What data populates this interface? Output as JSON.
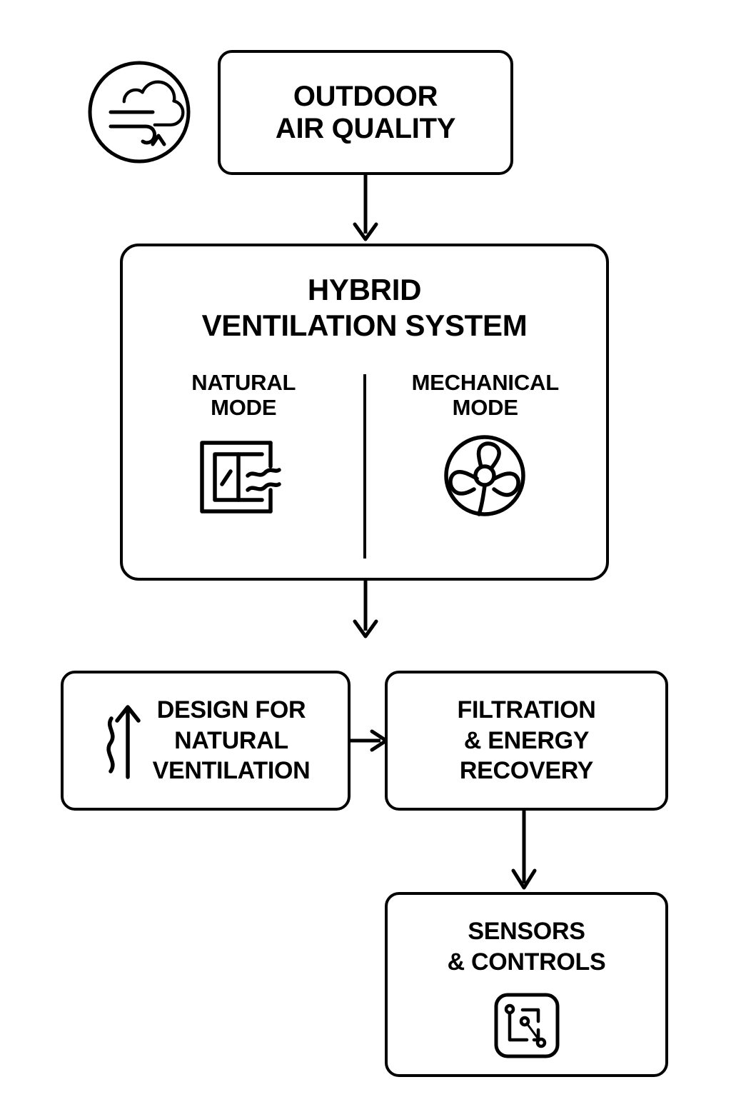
{
  "diagram": {
    "title": "Hybrid Ventilation System Flow",
    "background_color": "#ffffff",
    "line_color": "#000000"
  },
  "nodes": {
    "outdoor": {
      "id": "outdoor-air-quality",
      "label": "OUTDOOR\nAIR QUALITY",
      "icon": "wind-cloud-icon"
    },
    "hybrid": {
      "id": "hybrid-ventilation-system",
      "label": "HYBRID\nVENTILATION SYSTEM",
      "modes": [
        {
          "id": "natural-mode",
          "label": "NATURAL\nMODE",
          "icon": "open-window-airflow-icon"
        },
        {
          "id": "mechanical-mode",
          "label": "MECHANICAL\nMODE",
          "icon": "fan-icon"
        }
      ]
    },
    "design": {
      "id": "design-for-natural-ventilation",
      "label": "DESIGN FOR\nNATURAL\nVENTILATION",
      "icon": "stack-effect-arrow-icon"
    },
    "filtration": {
      "id": "filtration-energy-recovery",
      "label": "FILTRATION\n& ENERGY\nRECOVERY"
    },
    "sensors": {
      "id": "sensors-controls",
      "label": "SENSORS\n& CONTROLS",
      "icon": "sensor-circuit-icon"
    }
  },
  "connectors": [
    {
      "id": "outdoor-to-hybrid",
      "from": "outdoor",
      "to": "hybrid",
      "direction": "down"
    },
    {
      "id": "hybrid-to-design",
      "from": "hybrid",
      "to": "design",
      "direction": "down"
    },
    {
      "id": "design-to-filtration",
      "from": "design",
      "to": "filtration",
      "direction": "right"
    },
    {
      "id": "filtration-to-sensors",
      "from": "filtration",
      "to": "sensors",
      "direction": "down"
    }
  ]
}
